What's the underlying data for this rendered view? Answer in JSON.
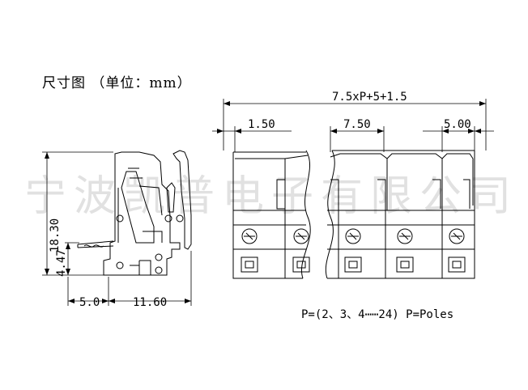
{
  "title": "尺寸图 （单位：mm）",
  "watermark": "宁波凯普电子有限公司",
  "dimensions": {
    "total_width": "7.5xP+5+1.5",
    "left_offset": "1.50",
    "pitch": "7.50",
    "right_offset": "5.00",
    "height": "18.30",
    "pin_height": "4.47",
    "pin_length": "5.0",
    "body_depth": "11.60"
  },
  "poles_note": "P=(2、3、4⋯⋯24) P=Poles"
}
